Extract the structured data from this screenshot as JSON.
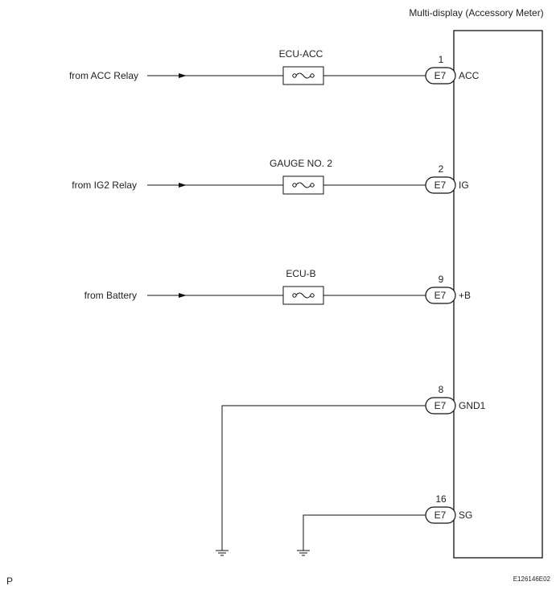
{
  "component_title": "Multi-display (Accessory Meter)",
  "circuits": [
    {
      "source": "from ACC Relay",
      "fuse": "ECU-ACC",
      "pin": "1",
      "connector": "E7",
      "terminal": "ACC"
    },
    {
      "source": "from IG2 Relay",
      "fuse": "GAUGE NO. 2",
      "pin": "2",
      "connector": "E7",
      "terminal": "IG"
    },
    {
      "source": "from Battery",
      "fuse": "ECU-B",
      "pin": "9",
      "connector": "E7",
      "terminal": "+B"
    }
  ],
  "grounds": [
    {
      "pin": "8",
      "connector": "E7",
      "terminal": "GND1"
    },
    {
      "pin": "16",
      "connector": "E7",
      "terminal": "SG"
    }
  ],
  "corner_label": "P",
  "figure_code": "E126146E02"
}
